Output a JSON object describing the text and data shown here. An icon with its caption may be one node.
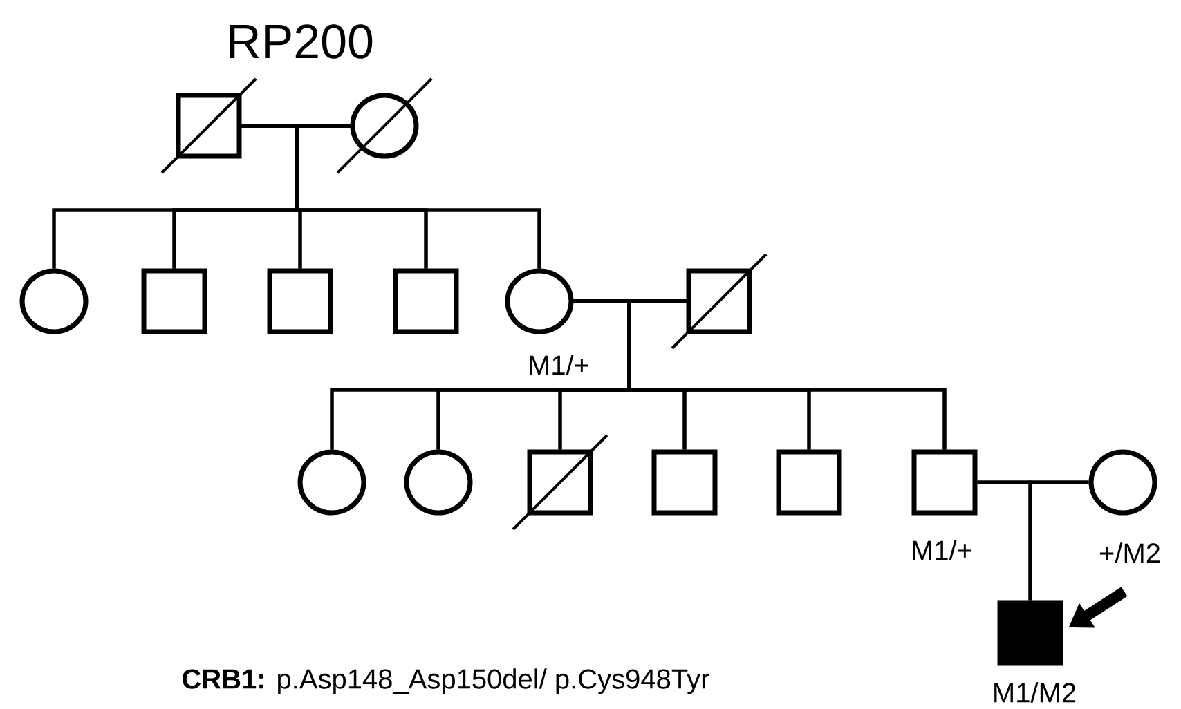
{
  "diagram": {
    "title": "RP200",
    "caption": "**CRB1:** p.Asp148_Asp150del/ p.Cys948Tyr",
    "nodes": [
      {
        "text": [],
        "shape": "box"
      },
      {
        "text": [],
        "shape": "circle"
      },
      {
        "text": [],
        "shape": "circle"
      },
      {
        "text": [],
        "shape": "box"
      },
      {
        "text": [],
        "shape": "box"
      },
      {
        "text": [],
        "shape": "box"
      },
      {
        "text": [],
        "shape": "circle",
        "beside": [
          "M1/+"
        ]
      },
      {
        "text": [],
        "shape": "box"
      },
      {
        "text": [],
        "shape": "circle"
      },
      {
        "text": [],
        "shape": "circle"
      },
      {
        "text": [],
        "shape": "box"
      },
      {
        "text": [],
        "shape": "box"
      },
      {
        "text": [],
        "shape": "box"
      },
      {
        "text": [],
        "shape": "box",
        "beside": [
          "M1/+"
        ]
      },
      {
        "text": [],
        "shape": "circle",
        "beside": [
          "+/M2"
        ]
      },
      {
        "text": [],
        "shape": "box",
        "beside": [
          "M1/M2"
        ]
      }
    ],
    "edges": [
      {
        "from": 0,
        "to": 1,
        "arrow": "none"
      },
      {
        "from": 0,
        "to": 2,
        "arrow": "none"
      },
      {
        "from": 0,
        "to": 3,
        "arrow": "none"
      },
      {
        "from": 0,
        "to": 4,
        "arrow": "none"
      },
      {
        "from": 0,
        "to": 5,
        "arrow": "none"
      },
      {
        "from": 0,
        "to": 6,
        "arrow": "none"
      },
      {
        "from": 1,
        "to": 2,
        "arrow": "none"
      },
      {
        "from": 1,
        "to": 3,
        "arrow": "none"
      },
      {
        "from": 1,
        "to": 4,
        "arrow": "none"
      },
      {
        "from": 1,
        "to": 5,
        "arrow": "none"
      },
      {
        "from": 1,
        "to": 6,
        "arrow": "none"
      },
      {
        "from": 6,
        "to": 7,
        "arrow": "none"
      },
      {
        "from": 6,
        "to": 8,
        "arrow": "none"
      },
      {
        "from": 6,
        "to": 9,
        "arrow": "none"
      },
      {
        "from": 6,
        "to": 10,
        "arrow": "none"
      },
      {
        "from": 6,
        "to": 11,
        "arrow": "none"
      },
      {
        "from": 6,
        "to": 12,
        "arrow": "none"
      },
      {
        "from": 6,
        "to": 13,
        "arrow": "none"
      },
      {
        "from": 7,
        "to": 8,
        "arrow": "none"
      },
      {
        "from": 7,
        "to": 9,
        "arrow": "none"
      },
      {
        "from": 7,
        "to": 10,
        "arrow": "none"
      },
      {
        "from": 7,
        "to": 11,
        "arrow": "none"
      },
      {
        "from": 7,
        "to": 12,
        "arrow": "none"
      },
      {
        "from": 7,
        "to": 13,
        "arrow": "none"
      },
      {
        "from": 13,
        "to": 14,
        "arrow": "none"
      },
      {
        "from": 13,
        "to": 15,
        "arrow": "none"
      },
      {
        "from": 14,
        "to": 15,
        "arrow": "none"
      },
      {
        "from": null,
        "to": 15,
        "arrow": "to",
        "style": "thick"
      }
    ]
  }
}
